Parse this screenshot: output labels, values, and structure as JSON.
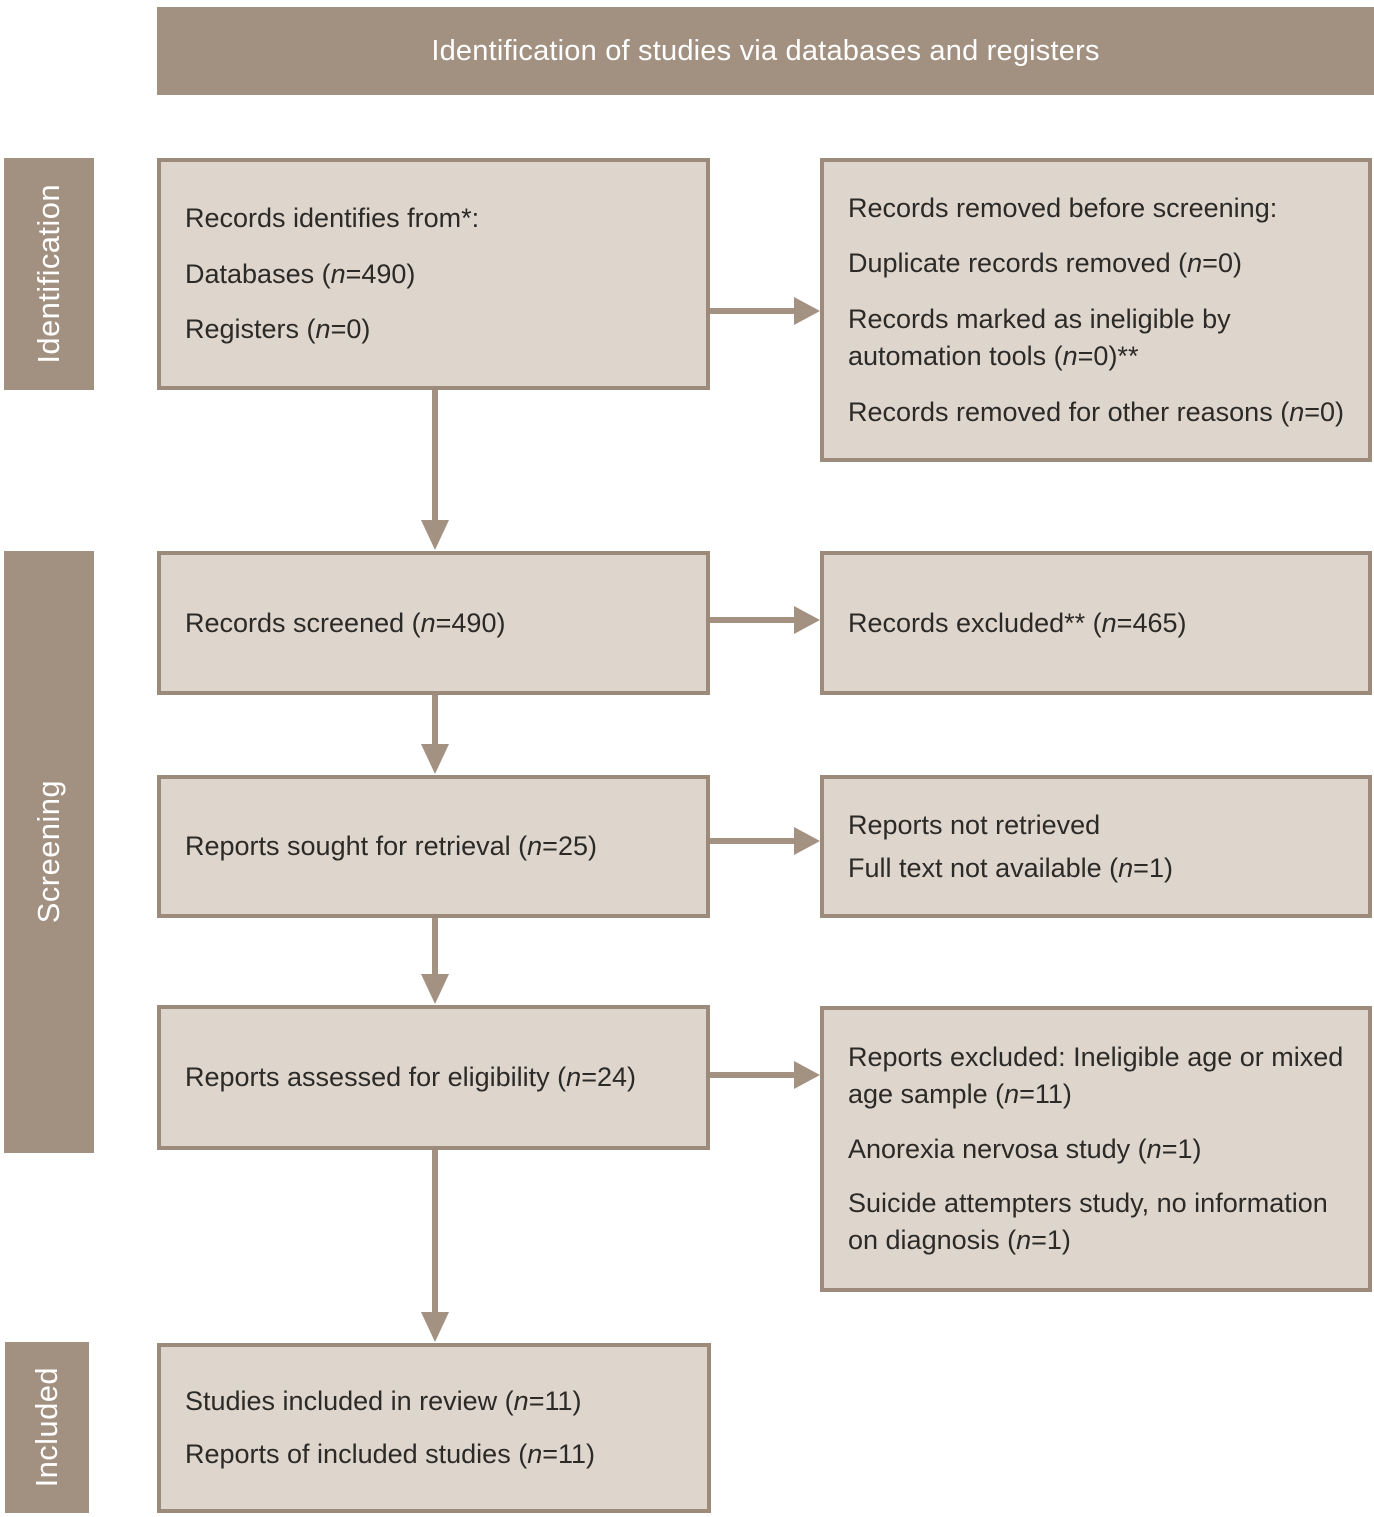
{
  "header": {
    "title": "Identification of studies via databases and registers"
  },
  "sidebar": {
    "identification": "Identification",
    "screening": "Screening",
    "included": "Included"
  },
  "boxes": {
    "records_identified": {
      "lines": [
        "Records identifies from*:",
        "Databases (n=490)",
        "Registers (n=0)"
      ]
    },
    "records_removed": {
      "lines": [
        "Records removed before screening:",
        "Duplicate records removed (n=0)",
        "Records marked as ineligible by automation tools (n=0)**",
        "Records removed for other reasons (n=0)"
      ]
    },
    "records_screened": {
      "lines": [
        "Records screened (n=490)"
      ]
    },
    "records_excluded": {
      "lines": [
        "Records excluded** (n=465)"
      ]
    },
    "reports_sought": {
      "lines": [
        "Reports sought for retrieval (n=25)"
      ]
    },
    "reports_not_retrieved": {
      "lines": [
        "Reports not retrieved",
        "Full text not available (n=1)"
      ]
    },
    "reports_assessed": {
      "lines": [
        "Reports assessed for eligibility (n=24)"
      ]
    },
    "reports_excluded": {
      "lines": [
        "Reports excluded: Ineligible age or mixed age sample (n=11)",
        "Anorexia nervosa study (n=1)",
        "Suicide attempters study, no information on diagnosis (n=1)"
      ]
    },
    "studies_included": {
      "lines": [
        "Studies included in review (n=11)",
        "Reports of included studies (n=11)"
      ]
    }
  },
  "colors": {
    "phase_bar": "#a29181",
    "box_fill": "#ded5cd",
    "box_border": "#9c8a7b",
    "arrow": "#a39182",
    "text": "#2c2a27",
    "banner_text": "#ffffff"
  }
}
